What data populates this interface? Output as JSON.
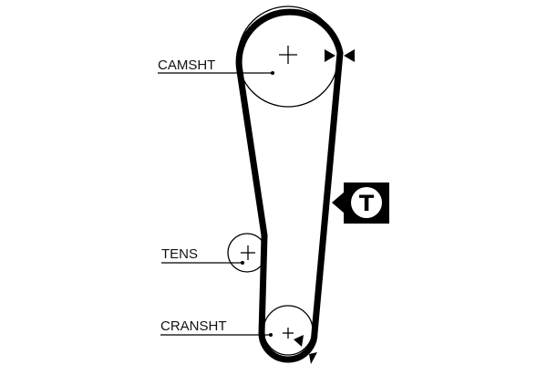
{
  "diagram": {
    "labels": {
      "camshaft": "CAMSHT",
      "tensioner": "TENS",
      "crankshaft": "CRANSHT"
    },
    "tension_marker": {
      "letter": "T",
      "icon": "tension-t-icon"
    },
    "colors": {
      "belt": "#000000",
      "pulley": "#000000",
      "background": "#ffffff",
      "marker_fill": "#000000",
      "marker_text": "#000000"
    }
  }
}
